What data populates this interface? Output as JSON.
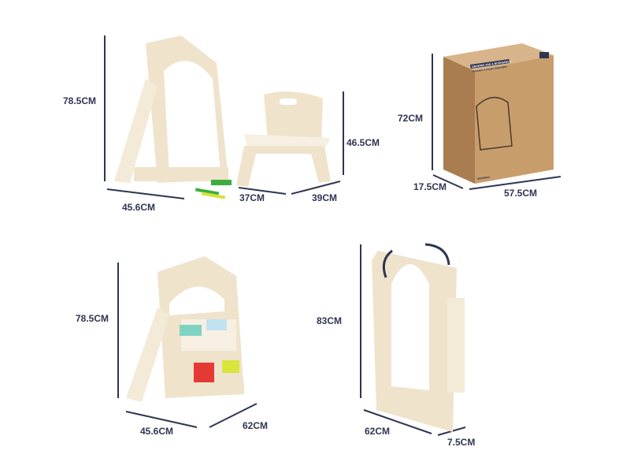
{
  "colors": {
    "label": "#2f3552",
    "frame": "#efe3cc",
    "frame_light": "#f6efe2",
    "board": "#ffffff",
    "box": "#c89d6c",
    "box_dark": "#a97d4f",
    "line": "#2f3552",
    "pen_green": "#3cae3f",
    "pen_yellow": "#d8e13a",
    "bin_teal": "#7fd3c2",
    "bin_blue": "#bfe3f0",
    "bin_red": "#e53a33",
    "bin_yellow": "#d9e53b"
  },
  "panel_easel": {
    "height": "78.5CM",
    "width": "45.6CM"
  },
  "panel_chair": {
    "height": "46.5CM",
    "depth": "37CM",
    "width": "39CM"
  },
  "panel_box": {
    "height": "72CM",
    "depth": "17.5CM",
    "width": "57.5CM",
    "box_title": "DRAWING PAD & BOOKSHELF",
    "box_subtitle": "Foldable & Height Adjustable",
    "age": "3+",
    "warning": "WARNING"
  },
  "panel_bookshelf": {
    "height": "78.5CM",
    "width": "45.6CM",
    "depth": "62CM"
  },
  "panel_folded": {
    "height": "83CM",
    "width": "62CM",
    "depth": "7.5CM"
  }
}
